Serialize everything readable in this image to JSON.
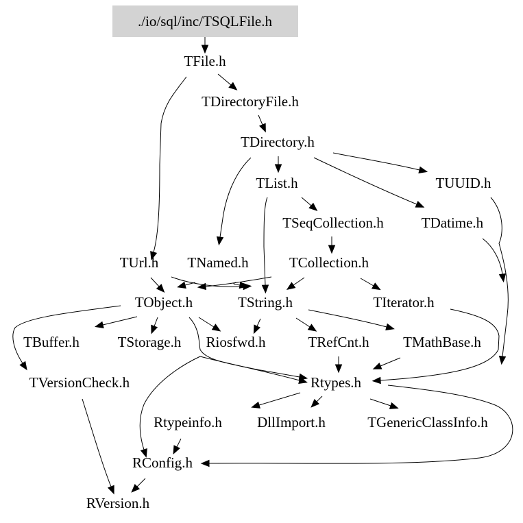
{
  "graph": {
    "title": "./io/sql/inc/TSQLFile.h",
    "root_fill": "#d3d3d3",
    "nodes": [
      {
        "id": "TSQLFile",
        "label": "./io/sql/inc/TSQLFile.h",
        "root": true
      },
      {
        "id": "TFile",
        "label": "TFile.h"
      },
      {
        "id": "TDirectoryFile",
        "label": "TDirectoryFile.h"
      },
      {
        "id": "TDirectory",
        "label": "TDirectory.h"
      },
      {
        "id": "TList",
        "label": "TList.h"
      },
      {
        "id": "TUUID",
        "label": "TUUID.h"
      },
      {
        "id": "TSeqCollection",
        "label": "TSeqCollection.h"
      },
      {
        "id": "TDatime",
        "label": "TDatime.h"
      },
      {
        "id": "TUrl",
        "label": "TUrl.h"
      },
      {
        "id": "TNamed",
        "label": "TNamed.h"
      },
      {
        "id": "TCollection",
        "label": "TCollection.h"
      },
      {
        "id": "TObject",
        "label": "TObject.h"
      },
      {
        "id": "TString",
        "label": "TString.h"
      },
      {
        "id": "TIterator",
        "label": "TIterator.h"
      },
      {
        "id": "TBuffer",
        "label": "TBuffer.h"
      },
      {
        "id": "TStorage",
        "label": "TStorage.h"
      },
      {
        "id": "Riosfwd",
        "label": "Riosfwd.h"
      },
      {
        "id": "TRefCnt",
        "label": "TRefCnt.h"
      },
      {
        "id": "TMathBase",
        "label": "TMathBase.h"
      },
      {
        "id": "TVersionCheck",
        "label": "TVersionCheck.h"
      },
      {
        "id": "Rtypes",
        "label": "Rtypes.h"
      },
      {
        "id": "Rtypeinfo",
        "label": "Rtypeinfo.h"
      },
      {
        "id": "DllImport",
        "label": "DllImport.h"
      },
      {
        "id": "TGenericClassInfo",
        "label": "TGenericClassInfo.h"
      },
      {
        "id": "RConfig",
        "label": "RConfig.h"
      },
      {
        "id": "RVersion",
        "label": "RVersion.h"
      }
    ],
    "edges": [
      {
        "from": "TSQLFile",
        "to": "TFile"
      },
      {
        "from": "TFile",
        "to": "TDirectoryFile"
      },
      {
        "from": "TFile",
        "to": "TUrl"
      },
      {
        "from": "TDirectoryFile",
        "to": "TDirectory"
      },
      {
        "from": "TDirectory",
        "to": "TList"
      },
      {
        "from": "TDirectory",
        "to": "TNamed"
      },
      {
        "from": "TDirectory",
        "to": "TUUID"
      },
      {
        "from": "TDirectory",
        "to": "TDatime"
      },
      {
        "from": "TList",
        "to": "TSeqCollection"
      },
      {
        "from": "TList",
        "to": "TString"
      },
      {
        "from": "TSeqCollection",
        "to": "TCollection"
      },
      {
        "from": "TUrl",
        "to": "TObject"
      },
      {
        "from": "TUrl",
        "to": "TString"
      },
      {
        "from": "TNamed",
        "to": "TObject"
      },
      {
        "from": "TNamed",
        "to": "TString"
      },
      {
        "from": "TCollection",
        "to": "TObject"
      },
      {
        "from": "TCollection",
        "to": "TString"
      },
      {
        "from": "TCollection",
        "to": "TIterator"
      },
      {
        "from": "TObject",
        "to": "TBuffer"
      },
      {
        "from": "TObject",
        "to": "TStorage"
      },
      {
        "from": "TObject",
        "to": "Riosfwd"
      },
      {
        "from": "TObject",
        "to": "TVersionCheck"
      },
      {
        "from": "TObject",
        "to": "Rtypes"
      },
      {
        "from": "TString",
        "to": "Riosfwd"
      },
      {
        "from": "TString",
        "to": "TRefCnt"
      },
      {
        "from": "TString",
        "to": "TMathBase"
      },
      {
        "from": "TString",
        "to": "Rtypes"
      },
      {
        "from": "TStorage",
        "to": "RConfig"
      },
      {
        "from": "TRefCnt",
        "to": "Rtypes"
      },
      {
        "from": "TMathBase",
        "to": "Rtypes"
      },
      {
        "from": "TIterator",
        "to": "Rtypes"
      },
      {
        "from": "TUUID",
        "to": "Rtypes"
      },
      {
        "from": "TDatime",
        "to": "Rtypes"
      },
      {
        "from": "Rtypes",
        "to": "Rtypeinfo"
      },
      {
        "from": "Rtypes",
        "to": "DllImport"
      },
      {
        "from": "Rtypes",
        "to": "TGenericClassInfo"
      },
      {
        "from": "Rtypes",
        "to": "RConfig"
      },
      {
        "from": "Rtypeinfo",
        "to": "RConfig"
      },
      {
        "from": "TVersionCheck",
        "to": "RVersion"
      },
      {
        "from": "RConfig",
        "to": "RVersion"
      }
    ]
  }
}
